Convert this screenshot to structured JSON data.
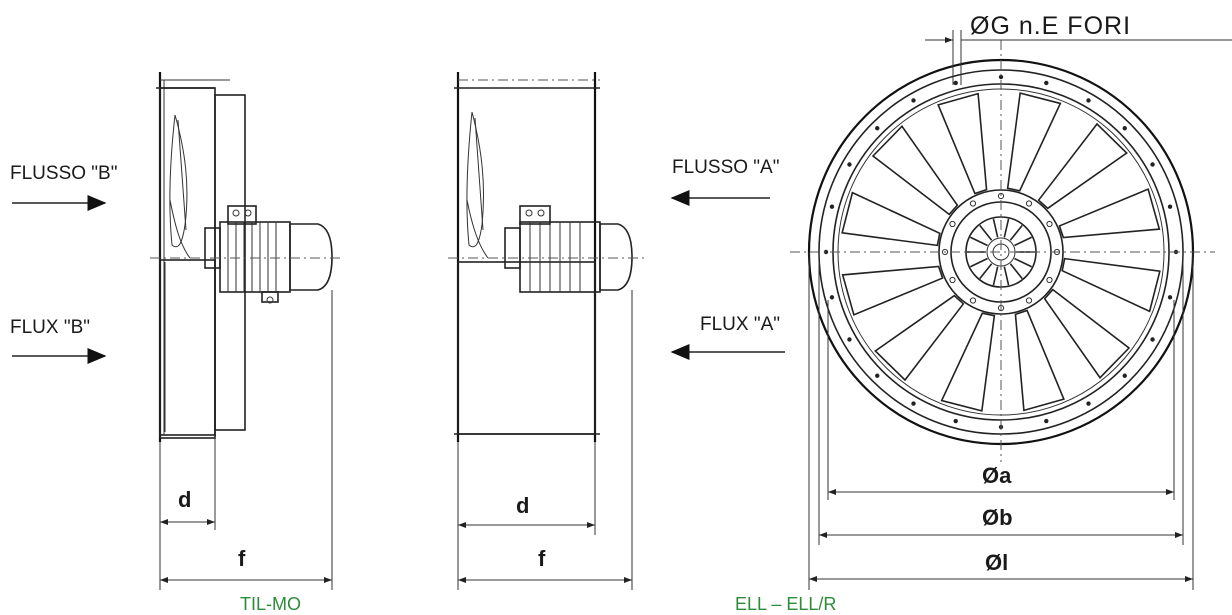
{
  "labels": {
    "flusso_b": "FLUSSO \"B\"",
    "flux_b": "FLUX \"B\"",
    "flusso_a": "FLUSSO \"A\"",
    "flux_a": "FLUX \"A\"",
    "holes": "ØG n.E FORI",
    "dim_d": "d",
    "dim_f": "f",
    "dim_a": "Øa",
    "dim_b": "Øb",
    "dim_l": "Øl"
  },
  "titles": {
    "left": "TIL-MO",
    "right": "ELL – ELL/R"
  },
  "colors": {
    "title": "#2e8b3a",
    "ink": "#1a1a1a"
  }
}
